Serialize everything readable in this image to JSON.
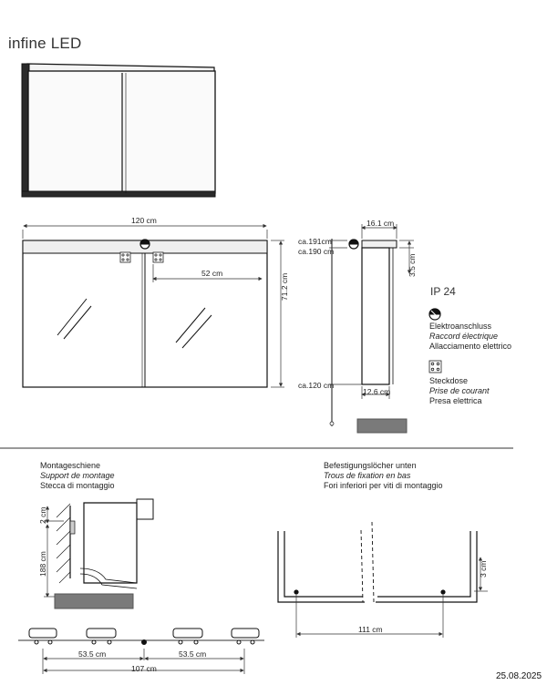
{
  "title": "infine LED",
  "dimensions": {
    "width_total": "120 cm",
    "height": "71.2 cm",
    "inner_width": "52 cm",
    "depth_top": "16.1 cm",
    "depth_bottom": "12.6 cm",
    "light_height": "3.5 cm",
    "ca_191": "ca.191cm",
    "ca_190": "ca.190 cm",
    "ca_120": "ca.120 cm"
  },
  "ip_rating": "IP 24",
  "legend": {
    "connection": [
      "Elektroanschluss",
      "Raccord électrique",
      "Allacciamento elettrico"
    ],
    "socket": [
      "Steckdose",
      "Prise de courant",
      "Presa elettrica"
    ]
  },
  "mounting_rail": {
    "title": [
      "Montageschiene",
      "Support de montage",
      "Stecca di montaggio"
    ],
    "dim_2cm": "2 cm",
    "dim_188cm": "188 cm",
    "dim_53_5_left": "53.5 cm",
    "dim_53_5_right": "53.5 cm",
    "dim_107": "107 cm"
  },
  "fixing_holes": {
    "title": [
      "Befestigungslöcher unten",
      "Trous de fixation en bas",
      "Fori inferiori per viti di montaggio"
    ],
    "dim_111": "111 cm",
    "dim_3cm": "3 cm"
  },
  "date": "25.08.2025"
}
